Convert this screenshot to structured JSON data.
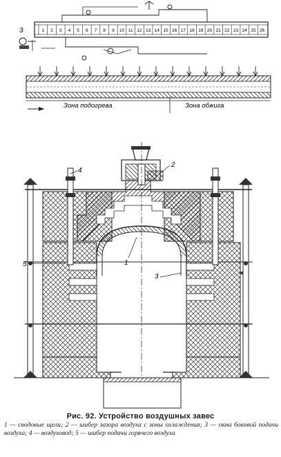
{
  "figure": {
    "title": "Рис. 92. Устройство воздушных завес",
    "legend": "1 — сводовые щели; 2 — шибер зазора воздуха с зоны охлаждения; 3 — окна боковой подачи воздуха; 4 — воздуховод; 5 — шибер подачи горячего воздуха"
  },
  "plan": {
    "cells": [
      "1",
      "2",
      "3",
      "4",
      "5",
      "6",
      "7",
      "8",
      "9",
      "10",
      "11",
      "12",
      "13",
      "14",
      "15",
      "16",
      "17",
      "18",
      "19",
      "20",
      "21",
      "22",
      "23",
      "24",
      "25",
      "26"
    ],
    "side_label": "3"
  },
  "section_long": {
    "zone_heating": "Зона подогрева",
    "zone_firing": "Зона обжига"
  },
  "cross_section": {
    "callouts": [
      "1",
      "2",
      "3",
      "4",
      "5"
    ]
  }
}
